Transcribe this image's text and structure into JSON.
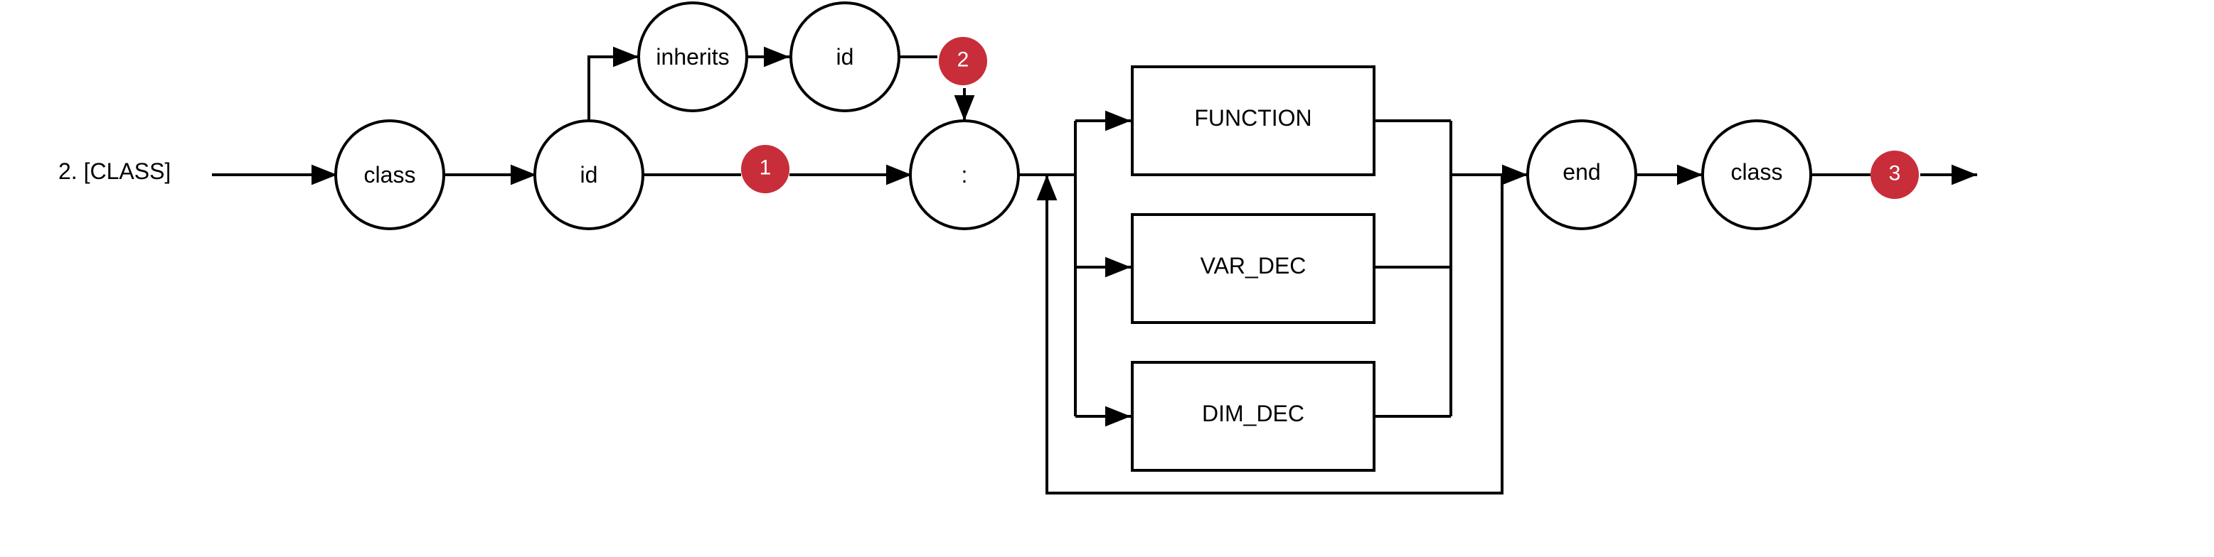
{
  "diagram": {
    "title": "2. [CLASS]",
    "marker_color": "#c82d3a",
    "nodes": {
      "class_start": "class",
      "id_main": "id",
      "inherits": "inherits",
      "id_parent": "id",
      "colon": ":",
      "function": "FUNCTION",
      "var_dec": "VAR_DEC",
      "dim_dec": "DIM_DEC",
      "end": "end",
      "class_end": "class"
    },
    "markers": {
      "m1": "1",
      "m2": "2",
      "m3": "3"
    }
  }
}
